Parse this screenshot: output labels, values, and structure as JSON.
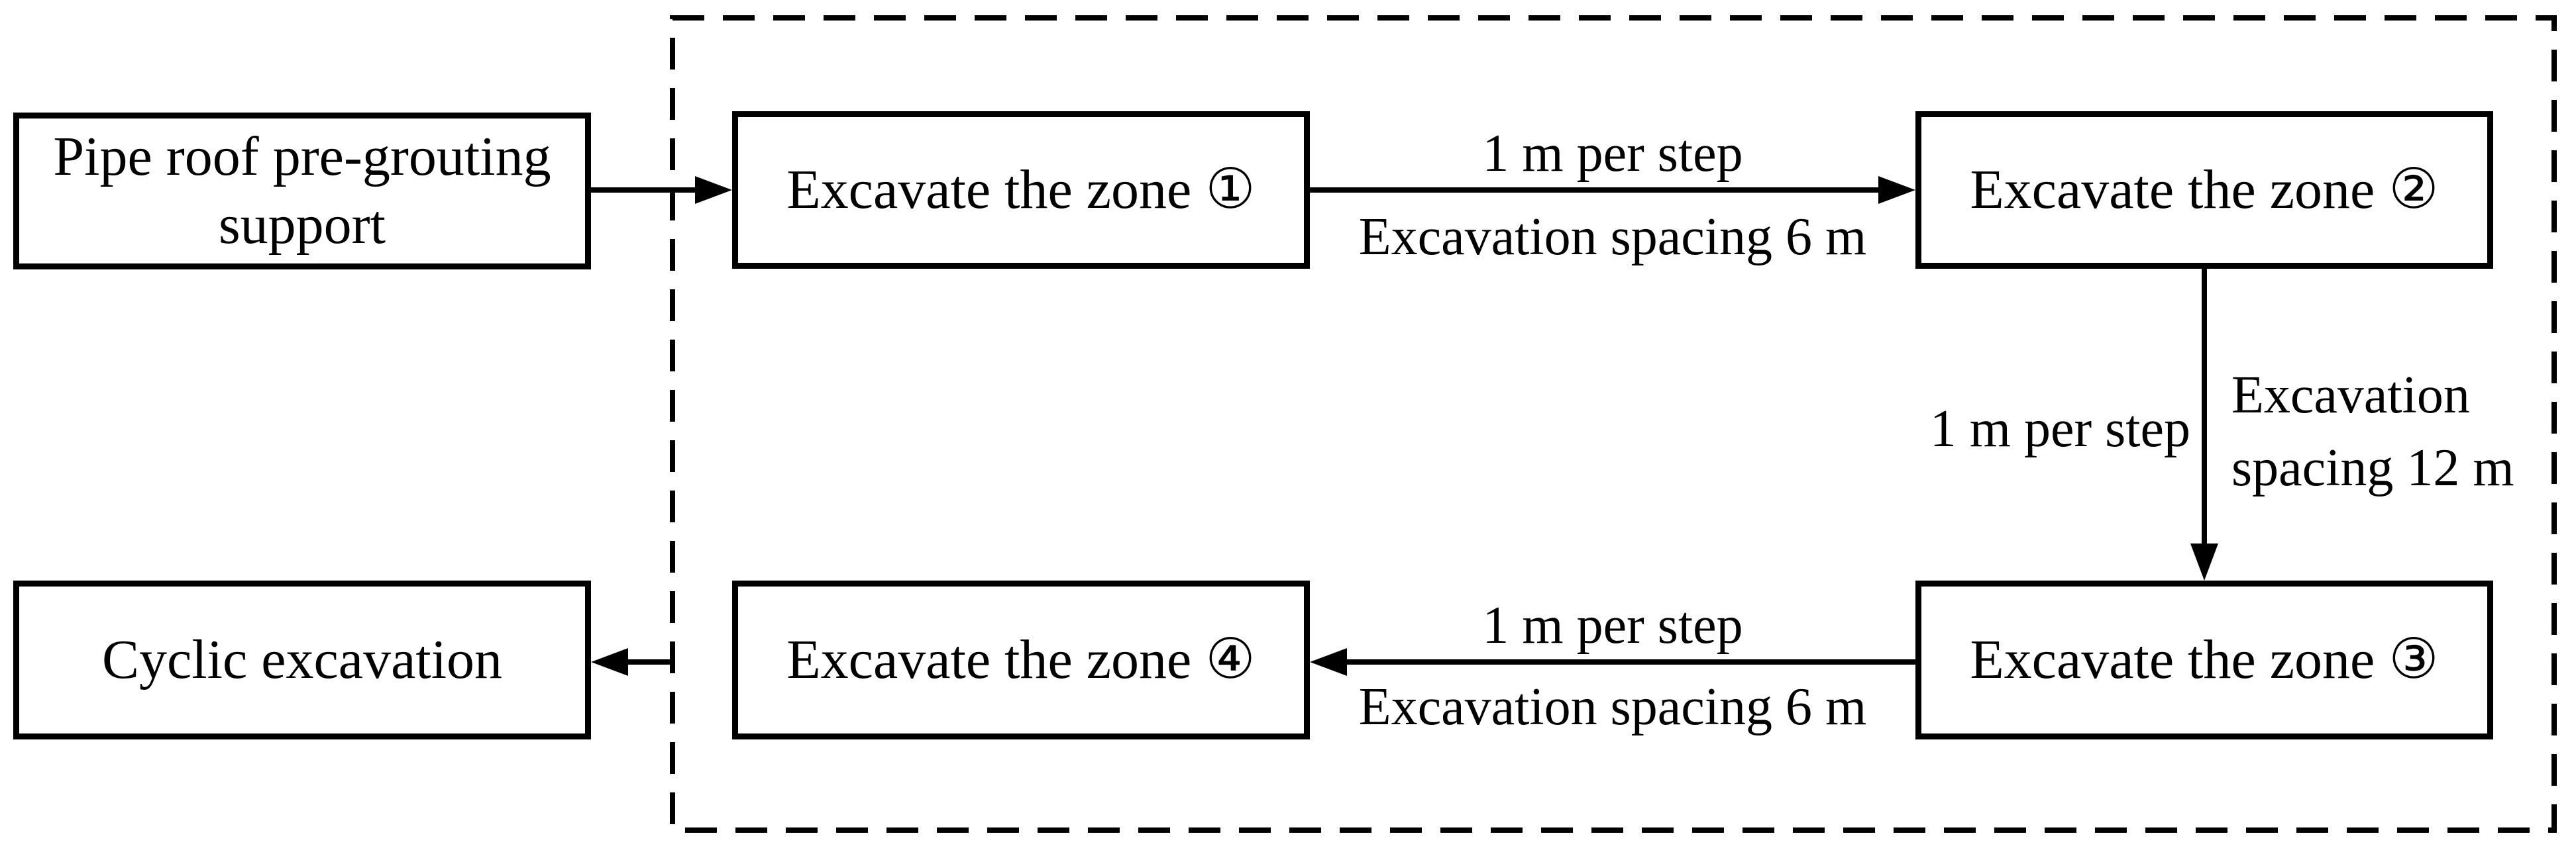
{
  "figure": {
    "type": "flowchart",
    "background_color": "#ffffff",
    "line_color": "#000000",
    "boxes": {
      "pipe_roof": {
        "lines": [
          "Pipe roof pre-grouting",
          "support"
        ]
      },
      "zone1": {
        "label": "Excavate the zone ①"
      },
      "zone2": {
        "label": "Excavate the zone ②"
      },
      "zone3": {
        "label": "Excavate the zone ③"
      },
      "zone4": {
        "label": "Excavate the zone ④"
      },
      "cyclic": {
        "label": "Cyclic excavation"
      }
    },
    "edge_labels": {
      "zone1_to_zone2": {
        "above": "1 m per step",
        "below": "Excavation spacing 6 m"
      },
      "zone2_to_zone3": {
        "left": "1 m per step",
        "right_lines": [
          "Excavation",
          "spacing 12 m"
        ]
      },
      "zone3_to_zone4": {
        "above": "1 m per step",
        "below": "Excavation spacing 6 m"
      }
    }
  }
}
